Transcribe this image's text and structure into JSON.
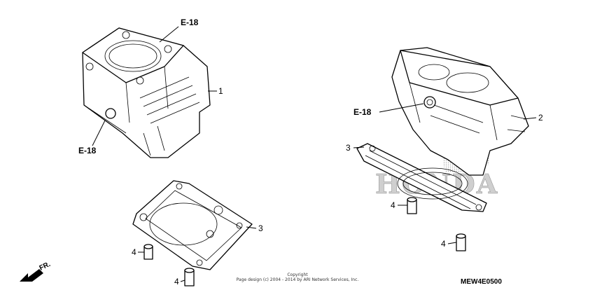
{
  "diagram": {
    "callouts": {
      "part_1": "1",
      "part_2": "2",
      "part_3_left": "3",
      "part_3_right": "3",
      "part_4_a": "4",
      "part_4_b": "4",
      "part_4_c": "4",
      "part_4_d": "4"
    },
    "references": {
      "ref_top": "E-18",
      "ref_left": "E-18",
      "ref_right": "E-18"
    },
    "direction_label": "FR.",
    "watermark_brand": "HONDA",
    "copyright_line1": "Copyright",
    "copyright_line2": "Page design (c) 2004 - 2014 by ARI Network Services, Inc.",
    "diagram_code": "MEW4E0500"
  }
}
